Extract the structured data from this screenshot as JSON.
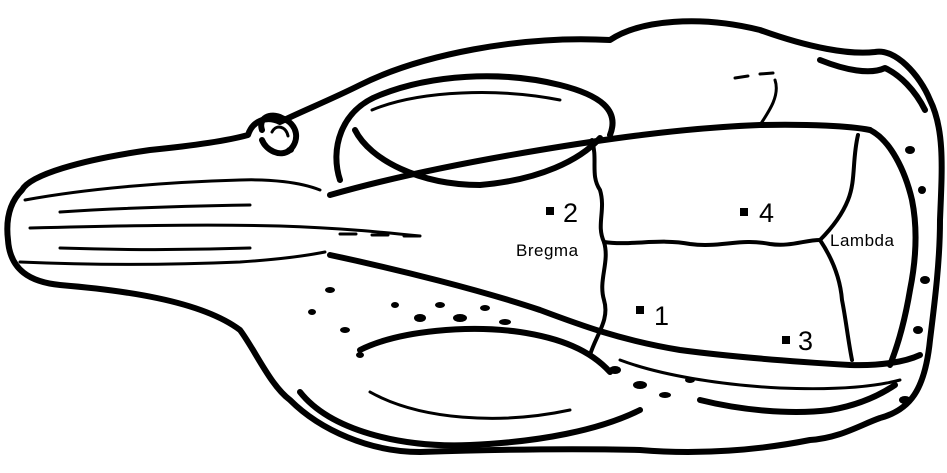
{
  "landmarks": {
    "bregma": "Bregma",
    "lambda": "Lambda"
  },
  "sites": [
    {
      "label": "1"
    },
    {
      "label": "2"
    },
    {
      "label": "3"
    },
    {
      "label": "4"
    }
  ],
  "colors": {
    "ink": "#000000",
    "background": "#ffffff"
  }
}
